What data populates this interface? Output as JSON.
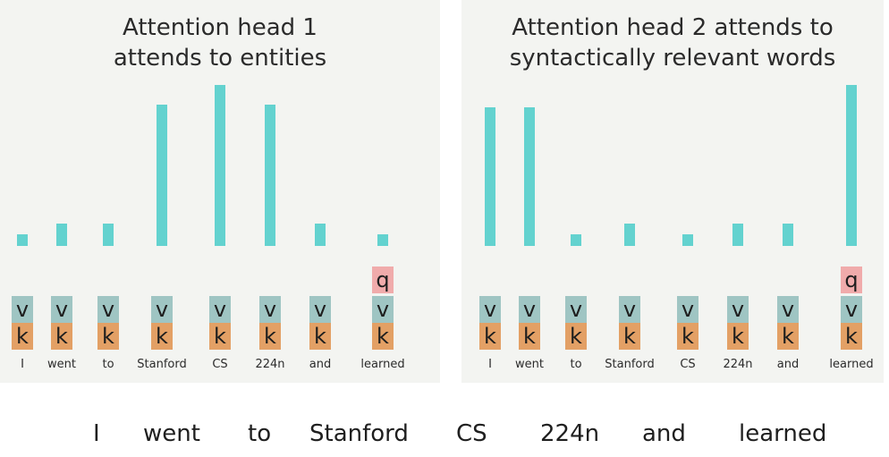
{
  "tokens": [
    "I",
    "went",
    "to",
    "Stanford",
    "CS",
    "224n",
    "and",
    "learned"
  ],
  "box_letters": {
    "q": "q",
    "v": "v",
    "k": "k"
  },
  "panels": [
    {
      "title_line1": "Attention head 1",
      "title_line2": "attends to entities",
      "weights": [
        0.07,
        0.14,
        0.14,
        0.88,
        1.0,
        0.88,
        0.14,
        0.07
      ]
    },
    {
      "title_line1": "Attention head 2 attends to",
      "title_line2": "syntactically relevant words",
      "weights": [
        0.86,
        0.86,
        0.07,
        0.14,
        0.07,
        0.14,
        0.14,
        1.0
      ]
    }
  ],
  "colors": {
    "attention_bar": "#63d2cf",
    "value": "#9fc5c3",
    "key": "#e3a065",
    "query": "#f0abab"
  }
}
